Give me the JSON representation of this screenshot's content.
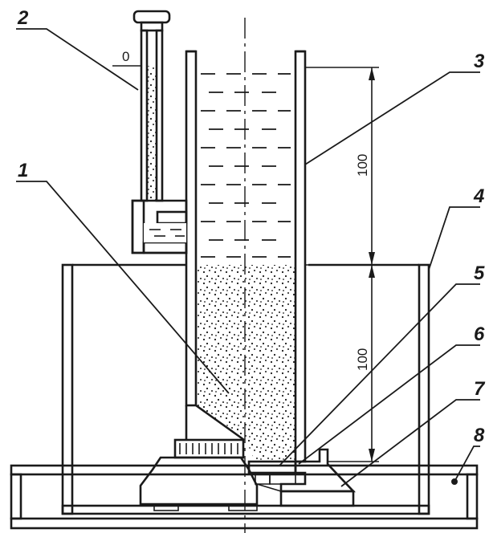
{
  "callouts": [
    "1",
    "2",
    "3",
    "4",
    "5",
    "6",
    "7",
    "8"
  ],
  "piezometer_zero": "0",
  "dimensions": {
    "water_column": "100",
    "sample_height": "100"
  }
}
